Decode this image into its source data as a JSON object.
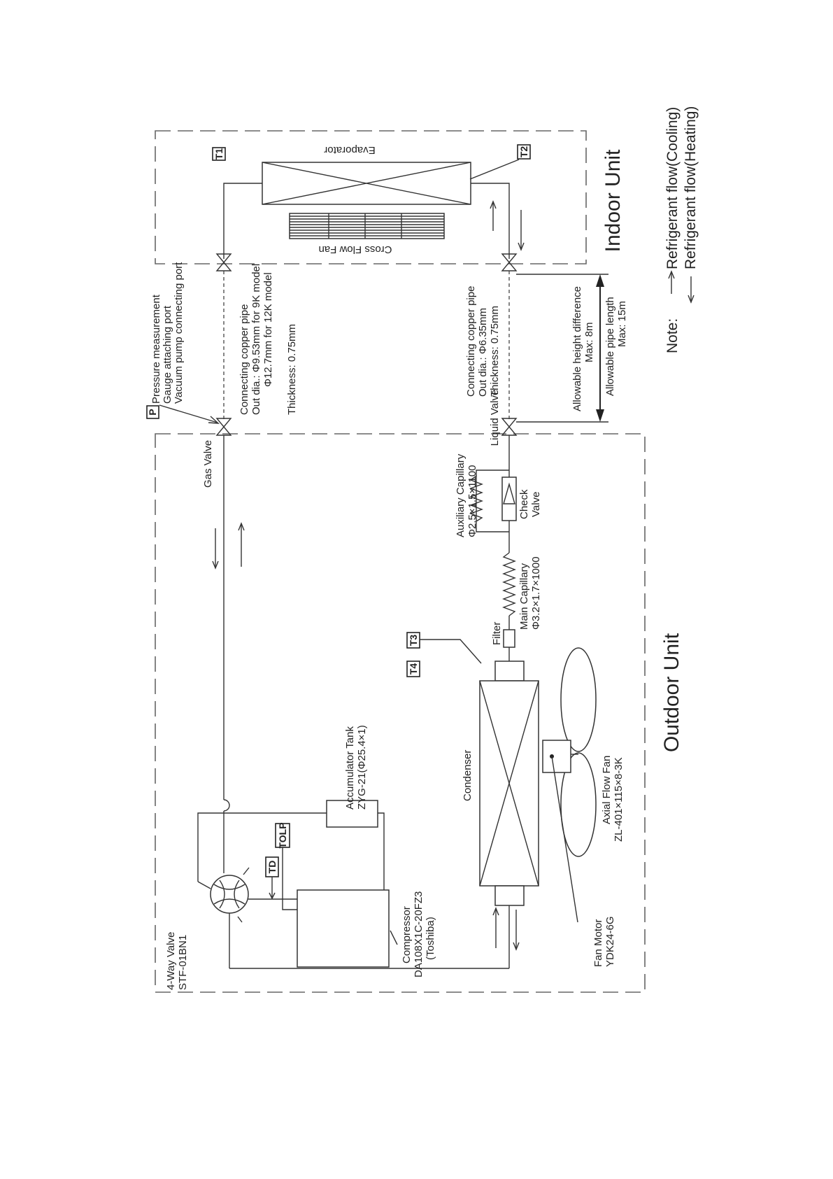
{
  "indoor": {
    "title": "Indoor Unit",
    "evaporator": "Evaporator",
    "cross_flow_fan": "Cross Flow Fan",
    "sensors": [
      "T1",
      "T2"
    ]
  },
  "outdoor": {
    "title": "Outdoor Unit",
    "gas_valve": "Gas Valve",
    "liquid_valve": "Liquid Valve",
    "condenser": "Condenser",
    "filter": "Filter",
    "four_way_valve": [
      "4-Way Valve",
      "STF-01BN1"
    ],
    "compressor": [
      "Compressor",
      "DA108X1C-20FZ3",
      "(Toshiba)"
    ],
    "accumulator": [
      "Accumulator Tank",
      "ZYG-21(Φ25.4×1)"
    ],
    "aux_capillary": [
      "Auxiliary Capillary",
      "Φ2.5×1.5×1100"
    ],
    "check_valve": [
      "Check",
      "Valve"
    ],
    "main_capillary": [
      "Main Capillary",
      "Φ3.2×1.7×1000"
    ],
    "axial_fan": [
      "Axial Flow Fan",
      "ZL-401×115×8-3K"
    ],
    "fan_motor": [
      "Fan Motor",
      "YDK24-6G"
    ],
    "sensors": [
      "T3",
      "T4",
      "TD",
      "TOLP"
    ]
  },
  "pressure_port": {
    "tag": "P",
    "lines": [
      "Pressure measurement",
      "Gauge attaching port",
      "Vacuum pump connecting port"
    ]
  },
  "gas_pipe": [
    "Connecting copper pipe",
    "Out dia.: Φ9.53mm for 9K model",
    "Φ12.7mm for 12K model",
    "Thickness: 0.75mm"
  ],
  "liquid_pipe": [
    "Connecting copper pipe",
    "Out dia.: Φ6.35mm",
    "Thickness: 0.75mm"
  ],
  "allowances": {
    "height": [
      "Allowable height difference",
      "Max: 8m"
    ],
    "length": [
      "Allowable pipe length",
      "Max: 15m"
    ]
  },
  "note": {
    "label": "Note:",
    "cooling": "Refrigerant flow(Cooling)",
    "heating": "Refrigerant flow(Heating)"
  }
}
